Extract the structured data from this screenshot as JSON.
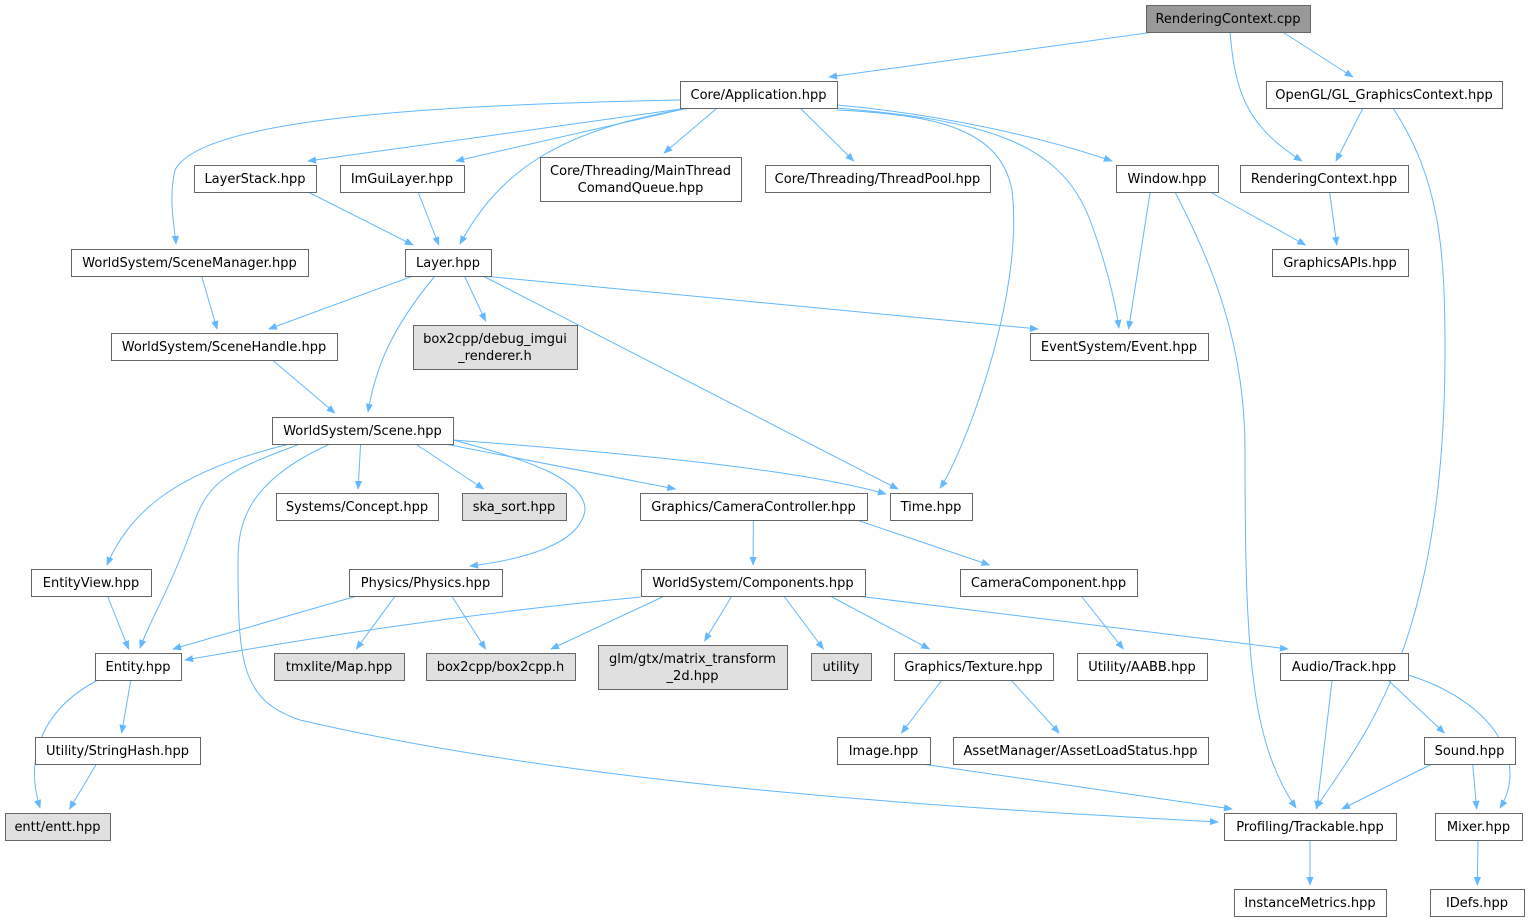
{
  "graph": {
    "colors": {
      "edge": "#63b8ff",
      "root_fill": "#999999",
      "node_fill": "#ffffff",
      "external_fill": "#e0e0e0",
      "border": "#666666"
    },
    "nodes": [
      {
        "id": "rc_cpp",
        "lines": [
          "RenderingContext.cpp"
        ],
        "kind": "root"
      },
      {
        "id": "app",
        "lines": [
          "Core/Application.hpp"
        ],
        "kind": "local"
      },
      {
        "id": "glctx",
        "lines": [
          "OpenGL/GL_GraphicsContext.hpp"
        ],
        "kind": "local"
      },
      {
        "id": "layerstack",
        "lines": [
          "LayerStack.hpp"
        ],
        "kind": "local"
      },
      {
        "id": "imgui",
        "lines": [
          "ImGuiLayer.hpp"
        ],
        "kind": "local"
      },
      {
        "id": "mainthread",
        "lines": [
          "Core/Threading/MainThread",
          "ComandQueue.hpp"
        ],
        "kind": "local"
      },
      {
        "id": "threadpool",
        "lines": [
          "Core/Threading/ThreadPool.hpp"
        ],
        "kind": "local"
      },
      {
        "id": "window",
        "lines": [
          "Window.hpp"
        ],
        "kind": "local"
      },
      {
        "id": "rc_hpp",
        "lines": [
          "RenderingContext.hpp"
        ],
        "kind": "local"
      },
      {
        "id": "scenemgr",
        "lines": [
          "WorldSystem/SceneManager.hpp"
        ],
        "kind": "local"
      },
      {
        "id": "layer",
        "lines": [
          "Layer.hpp"
        ],
        "kind": "local"
      },
      {
        "id": "gapis",
        "lines": [
          "GraphicsAPIs.hpp"
        ],
        "kind": "local"
      },
      {
        "id": "scenehandle",
        "lines": [
          "WorldSystem/SceneHandle.hpp"
        ],
        "kind": "local"
      },
      {
        "id": "dbgimgui",
        "lines": [
          "box2cpp/debug_imgui",
          "_renderer.h"
        ],
        "kind": "external"
      },
      {
        "id": "event",
        "lines": [
          "EventSystem/Event.hpp"
        ],
        "kind": "local"
      },
      {
        "id": "scene",
        "lines": [
          "WorldSystem/Scene.hpp"
        ],
        "kind": "local"
      },
      {
        "id": "concept",
        "lines": [
          "Systems/Concept.hpp"
        ],
        "kind": "local"
      },
      {
        "id": "skasort",
        "lines": [
          "ska_sort.hpp"
        ],
        "kind": "external"
      },
      {
        "id": "camctrl",
        "lines": [
          "Graphics/CameraController.hpp"
        ],
        "kind": "local"
      },
      {
        "id": "time",
        "lines": [
          "Time.hpp"
        ],
        "kind": "local"
      },
      {
        "id": "entityview",
        "lines": [
          "EntityView.hpp"
        ],
        "kind": "local"
      },
      {
        "id": "physics",
        "lines": [
          "Physics/Physics.hpp"
        ],
        "kind": "local"
      },
      {
        "id": "components",
        "lines": [
          "WorldSystem/Components.hpp"
        ],
        "kind": "local"
      },
      {
        "id": "camcomp",
        "lines": [
          "CameraComponent.hpp"
        ],
        "kind": "local"
      },
      {
        "id": "entity",
        "lines": [
          "Entity.hpp"
        ],
        "kind": "local"
      },
      {
        "id": "tmx",
        "lines": [
          "tmxlite/Map.hpp"
        ],
        "kind": "external"
      },
      {
        "id": "box2cpp",
        "lines": [
          "box2cpp/box2cpp.h"
        ],
        "kind": "external"
      },
      {
        "id": "glm",
        "lines": [
          "glm/gtx/matrix_transform",
          "_2d.hpp"
        ],
        "kind": "external"
      },
      {
        "id": "utility",
        "lines": [
          "utility"
        ],
        "kind": "external"
      },
      {
        "id": "texture",
        "lines": [
          "Graphics/Texture.hpp"
        ],
        "kind": "local"
      },
      {
        "id": "aabb",
        "lines": [
          "Utility/AABB.hpp"
        ],
        "kind": "local"
      },
      {
        "id": "track",
        "lines": [
          "Audio/Track.hpp"
        ],
        "kind": "local"
      },
      {
        "id": "stringhash",
        "lines": [
          "Utility/StringHash.hpp"
        ],
        "kind": "local"
      },
      {
        "id": "image",
        "lines": [
          "Image.hpp"
        ],
        "kind": "local"
      },
      {
        "id": "assetstatus",
        "lines": [
          "AssetManager/AssetLoadStatus.hpp"
        ],
        "kind": "local"
      },
      {
        "id": "sound",
        "lines": [
          "Sound.hpp"
        ],
        "kind": "local"
      },
      {
        "id": "entt",
        "lines": [
          "entt/entt.hpp"
        ],
        "kind": "external"
      },
      {
        "id": "trackable",
        "lines": [
          "Profiling/Trackable.hpp"
        ],
        "kind": "local"
      },
      {
        "id": "mixer",
        "lines": [
          "Mixer.hpp"
        ],
        "kind": "local"
      },
      {
        "id": "metrics",
        "lines": [
          "InstanceMetrics.hpp"
        ],
        "kind": "local"
      },
      {
        "id": "idefs",
        "lines": [
          "IDefs.hpp"
        ],
        "kind": "local"
      }
    ],
    "edges": [
      [
        "rc_cpp",
        "app"
      ],
      [
        "rc_cpp",
        "glctx"
      ],
      [
        "rc_cpp",
        "rc_hpp"
      ],
      [
        "app",
        "scenemgr"
      ],
      [
        "app",
        "layerstack"
      ],
      [
        "app",
        "imgui"
      ],
      [
        "app",
        "layer"
      ],
      [
        "app",
        "mainthread"
      ],
      [
        "app",
        "threadpool"
      ],
      [
        "app",
        "window"
      ],
      [
        "app",
        "event"
      ],
      [
        "app",
        "time"
      ],
      [
        "glctx",
        "rc_hpp"
      ],
      [
        "glctx",
        "trackable"
      ],
      [
        "layerstack",
        "layer"
      ],
      [
        "imgui",
        "layer"
      ],
      [
        "window",
        "event"
      ],
      [
        "window",
        "gapis"
      ],
      [
        "window",
        "trackable"
      ],
      [
        "rc_hpp",
        "gapis"
      ],
      [
        "scenemgr",
        "scenehandle"
      ],
      [
        "layer",
        "scenehandle"
      ],
      [
        "layer",
        "dbgimgui"
      ],
      [
        "layer",
        "event"
      ],
      [
        "layer",
        "scene"
      ],
      [
        "layer",
        "time"
      ],
      [
        "scenehandle",
        "scene"
      ],
      [
        "scene",
        "entityview"
      ],
      [
        "scene",
        "entity"
      ],
      [
        "scene",
        "trackable"
      ],
      [
        "scene",
        "concept"
      ],
      [
        "scene",
        "skasort"
      ],
      [
        "scene",
        "camctrl"
      ],
      [
        "scene",
        "time"
      ],
      [
        "scene",
        "physics"
      ],
      [
        "camctrl",
        "components"
      ],
      [
        "camctrl",
        "camcomp"
      ],
      [
        "entityview",
        "entity"
      ],
      [
        "physics",
        "entity"
      ],
      [
        "physics",
        "tmx"
      ],
      [
        "physics",
        "box2cpp"
      ],
      [
        "components",
        "entity"
      ],
      [
        "components",
        "box2cpp"
      ],
      [
        "components",
        "glm"
      ],
      [
        "components",
        "utility"
      ],
      [
        "components",
        "texture"
      ],
      [
        "components",
        "track"
      ],
      [
        "camcomp",
        "aabb"
      ],
      [
        "entity",
        "stringhash"
      ],
      [
        "entity",
        "entt"
      ],
      [
        "stringhash",
        "entt"
      ],
      [
        "texture",
        "image"
      ],
      [
        "texture",
        "assetstatus"
      ],
      [
        "image",
        "trackable"
      ],
      [
        "track",
        "trackable"
      ],
      [
        "track",
        "sound"
      ],
      [
        "track",
        "mixer"
      ],
      [
        "sound",
        "trackable"
      ],
      [
        "sound",
        "mixer"
      ],
      [
        "trackable",
        "metrics"
      ],
      [
        "mixer",
        "idefs"
      ]
    ]
  }
}
